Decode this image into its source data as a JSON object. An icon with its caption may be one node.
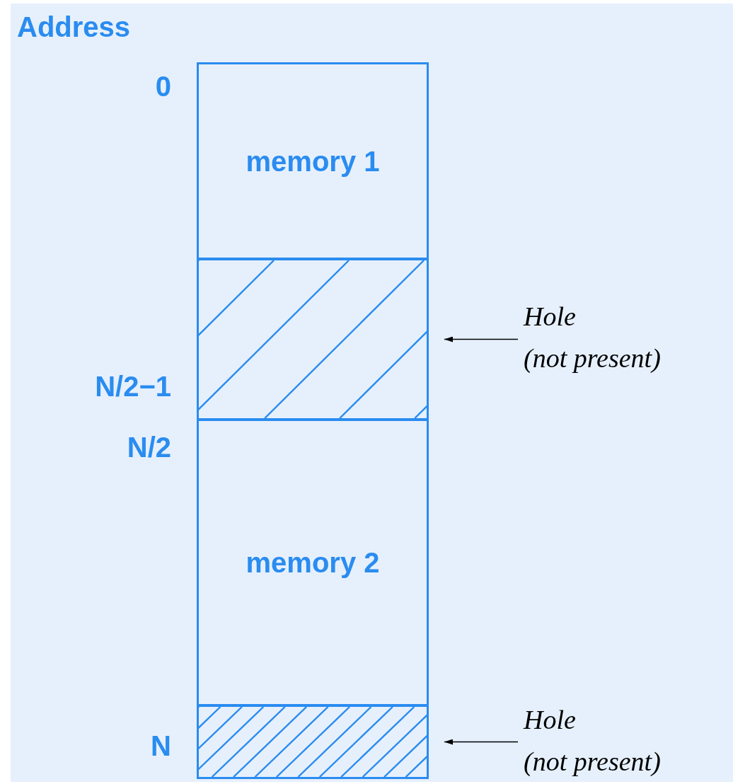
{
  "diagram": {
    "nodes": [
      {
        "text": [
          "memory 1"
        ]
      },
      {
        "text": [],
        "shape": "box"
      },
      {
        "text": [
          "memory 2"
        ]
      },
      {
        "text": [],
        "shape": "box"
      },
      {
        "text": [
          "Hole",
          "(not present)"
        ]
      },
      {
        "text": [
          "Hole",
          "(not present)"
        ]
      }
    ],
    "edges": [
      {
        "from": 4,
        "to": 1,
        "arrow": "to"
      },
      {
        "from": 5,
        "to": 3,
        "arrow": "to"
      }
    ],
    "labels": [
      "Address",
      "0",
      "N/2−1",
      "N/2",
      "N"
    ]
  }
}
